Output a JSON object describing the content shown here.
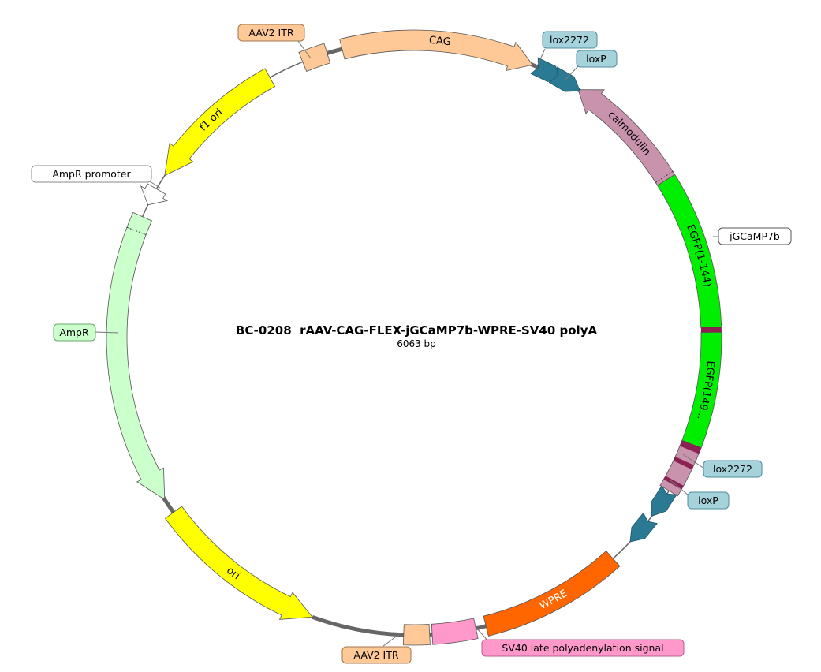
{
  "plasmid": {
    "name": "BC-0208  rAAV-CAG-FLEX-jGCaMP7b-WPRE-SV40 polyA",
    "length_text": "6063 bp"
  },
  "colors": {
    "backbone": "#666666",
    "itr": "#fec897",
    "promoter_cag": "#fec897",
    "ori_yellow": "#ffff00",
    "ampr": "#cbffcb",
    "lox": "#2b7a94",
    "lox_label": "#a6d2dc",
    "calmodulin": "#c993ae",
    "egfp": "#00ee00",
    "wpre": "#ff6600",
    "sv40": "#ff99cc",
    "white": "#ffffff"
  },
  "features": [
    {
      "id": "cag",
      "label": "CAG",
      "color": "#fec897",
      "dir": "cw",
      "text_color": "#000000"
    },
    {
      "id": "f1-ori",
      "label": "f1 ori",
      "color": "#ffff00",
      "dir": "ccw",
      "text_color": "#000000"
    },
    {
      "id": "ampr",
      "label": "",
      "color": "#cbffcb",
      "dir": "ccw",
      "text_color": "#000000"
    },
    {
      "id": "ori",
      "label": "ori",
      "color": "#ffff00",
      "dir": "ccw",
      "text_color": "#000000"
    },
    {
      "id": "calmodulin",
      "label": "calmodulin",
      "color": "#c993ae",
      "dir": "ccw",
      "text_color": "#000000"
    },
    {
      "id": "egfp-1-144",
      "label": "EGFP(1-144)",
      "color": "#00ee00",
      "dir": "none",
      "text_color": "#000000"
    },
    {
      "id": "egfp-149",
      "label": "EGFP(149...",
      "color": "#00ee00",
      "dir": "none",
      "text_color": "#000000"
    },
    {
      "id": "wpre",
      "label": "WPRE",
      "color": "#ff6600",
      "dir": "none",
      "text_color": "#ffffff"
    },
    {
      "id": "sv40",
      "label": "",
      "color": "#ff99cc",
      "dir": "none",
      "text_color": "#000000"
    },
    {
      "id": "itr-top",
      "label": "",
      "color": "#fec897",
      "dir": "none",
      "text_color": "#000000"
    },
    {
      "id": "itr-bottom",
      "label": "",
      "color": "#fec897",
      "dir": "none",
      "text_color": "#000000"
    },
    {
      "id": "ampr-promoter",
      "label": "",
      "color": "#ffffff",
      "dir": "ccw",
      "text_color": "#000000"
    }
  ],
  "callouts": {
    "itr_top": "AAV2 ITR",
    "lox2272_top": "lox2272",
    "loxp_top": "loxP",
    "ampr_promoter": "AmpR promoter",
    "jgcamp7b": "jGCaMP7b",
    "ampr": "AmpR",
    "lox2272_bottom": "lox2272",
    "loxp_bottom": "loxP",
    "itr_bottom": "AAV2 ITR",
    "sv40_signal": "SV40 late polyadenylation signal"
  }
}
